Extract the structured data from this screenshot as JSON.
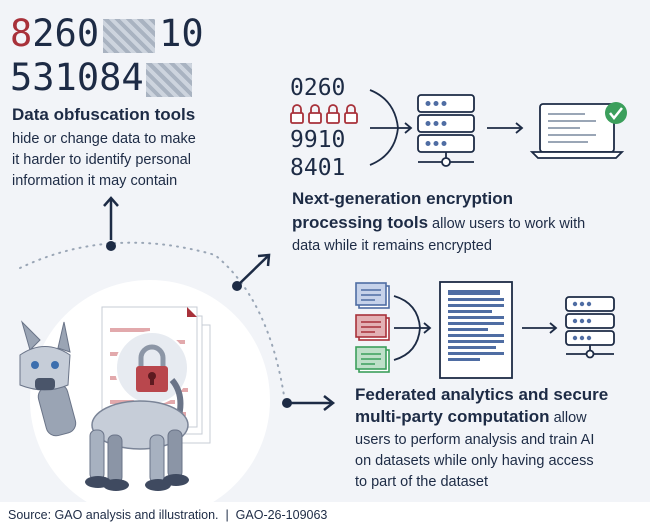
{
  "obfuscation": {
    "line1_a": "8",
    "line1_b": "260",
    "line1_c": "10",
    "line2_a": "531",
    "line2_b": "084",
    "title": "Data obfuscation tools",
    "desc1": "hide or change data to make",
    "desc2": "it harder to identify personal",
    "desc3": "information it may contain"
  },
  "encryption": {
    "num1": "0260",
    "num2": "9910",
    "num3": "8401",
    "title1": "Next-generation encryption",
    "title2": "processing tools",
    "desc_inline": " allow users to work with",
    "desc2": "data while it remains encrypted"
  },
  "federated": {
    "title1": "Federated analytics and secure",
    "title2": "multi-party computation",
    "desc_inline": " allow",
    "desc2": "users to perform analysis and train AI",
    "desc3": "on datasets while only having access",
    "desc4": "to part of the dataset"
  },
  "footer": {
    "source": "Source: GAO analysis and illustration.  |  GAO-26-109063"
  },
  "colors": {
    "navy": "#1d2b45",
    "red": "#a8313a",
    "panel": "#f2f4f8"
  }
}
